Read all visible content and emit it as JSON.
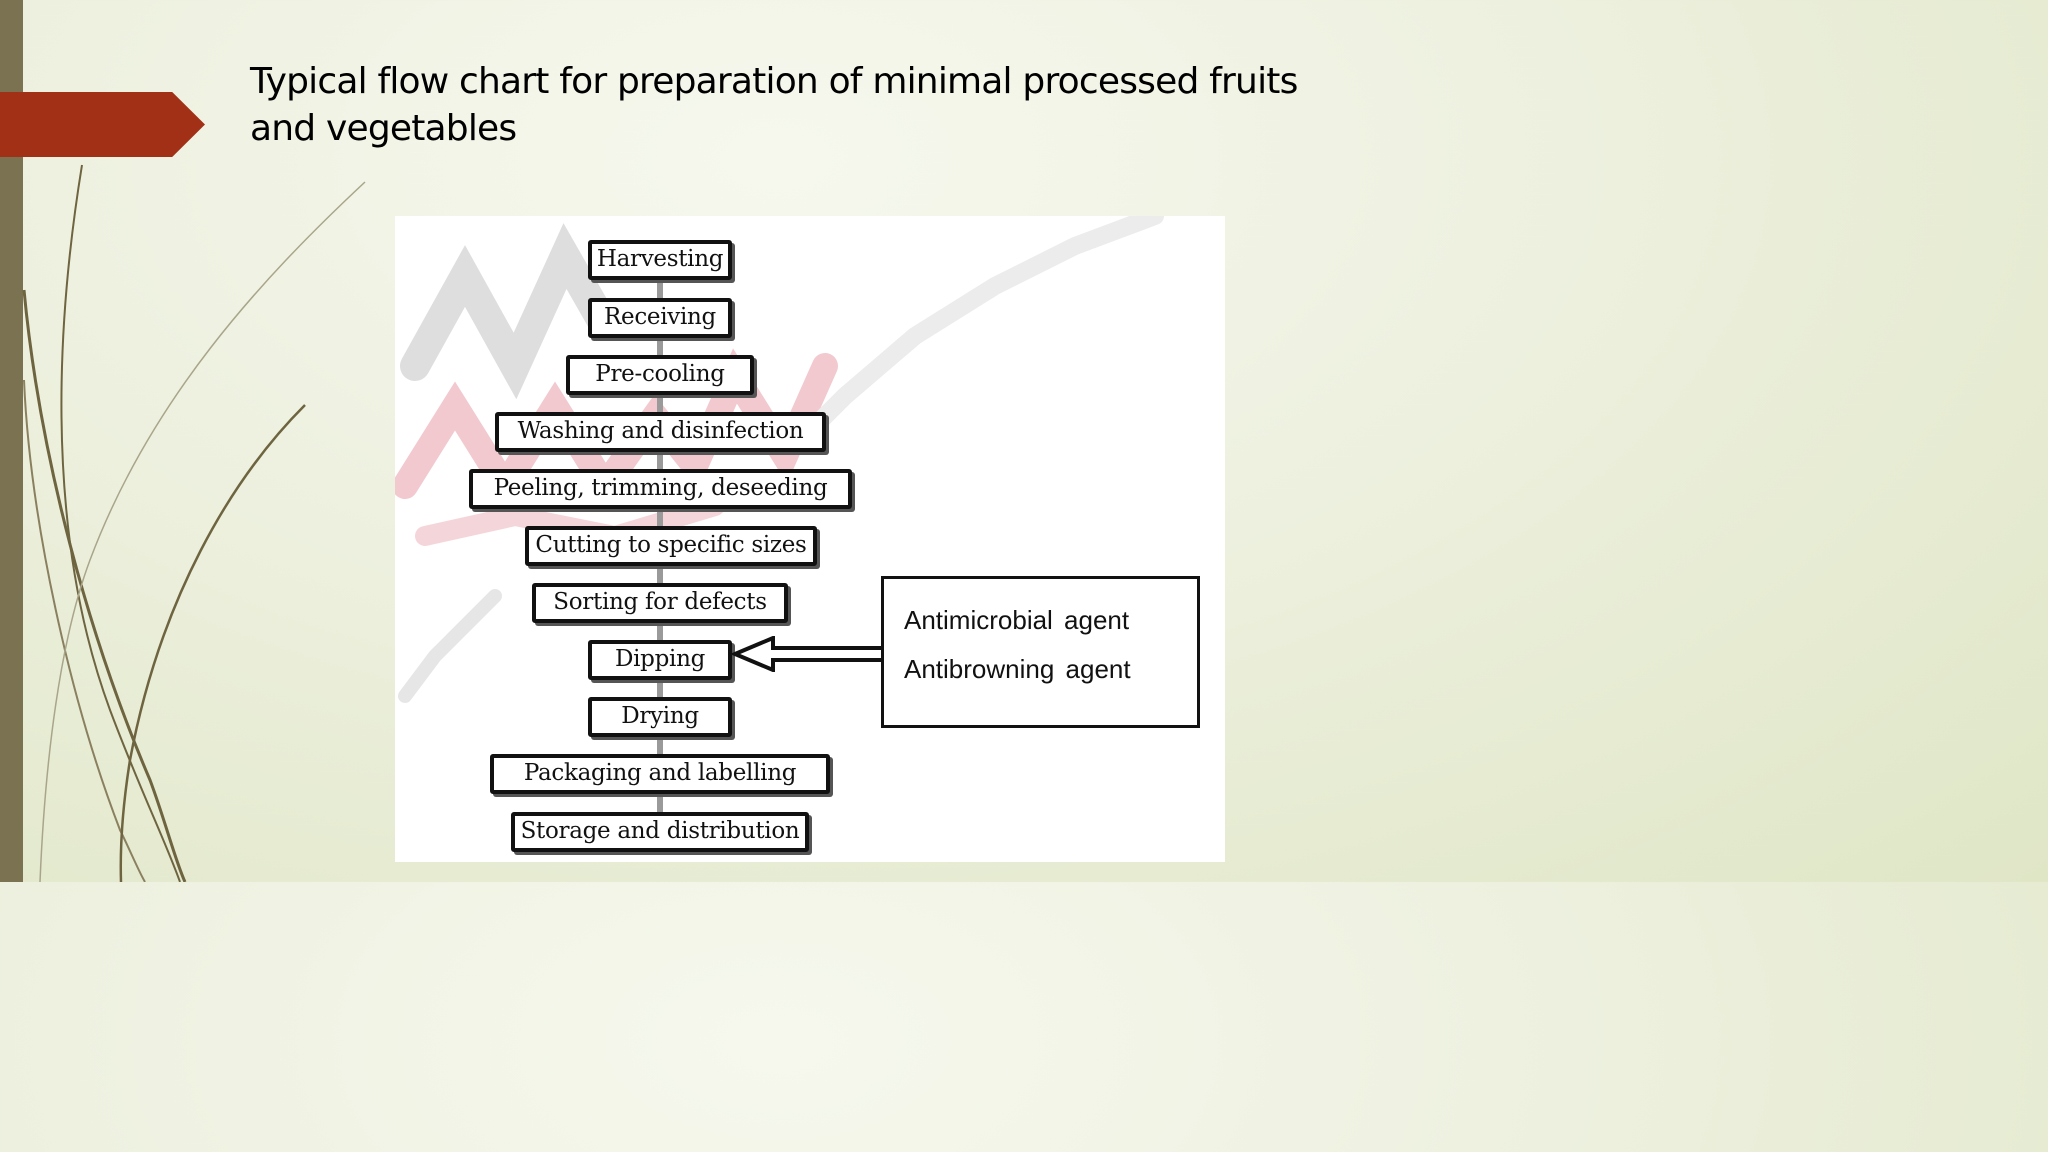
{
  "slide": {
    "title": "Typical flow chart for preparation of minimal processed fruits and vegetables",
    "accent_color": "#a23017",
    "sidebar_color": "#7a7250"
  },
  "flowchart": {
    "steps": [
      "Harvesting",
      "Receiving",
      "Pre-cooling",
      "Washing and disinfection",
      "Peeling, trimming, deseeding",
      "Cutting to specific sizes",
      "Sorting for defects",
      "Dipping",
      "Drying",
      "Packaging and labelling",
      "Storage and distribution"
    ],
    "side_box": {
      "items": [
        "Antimicrobial  agent",
        "Antibrowning  agent"
      ],
      "feeds_into": "Dipping"
    }
  }
}
